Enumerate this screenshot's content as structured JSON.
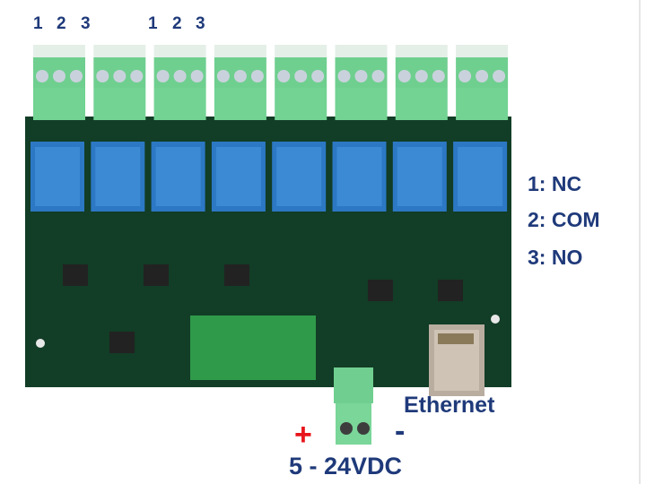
{
  "pin_labels_group1": [
    "1",
    "2",
    "3"
  ],
  "pin_labels_group2": [
    "1",
    "2",
    "3"
  ],
  "legend": [
    "1: NC",
    "2: COM",
    "3: NO"
  ],
  "ethernet_label": "Ethernet",
  "power": {
    "plus": "+",
    "minus": "-",
    "voltage": "5 - 24VDC"
  },
  "relay_count": 8,
  "colors": {
    "label": "#1f3a7a",
    "plus": "#e8141b",
    "pcb": "#0f3a22",
    "terminal": "#6fcf8f",
    "relay": "#2c78c4"
  }
}
